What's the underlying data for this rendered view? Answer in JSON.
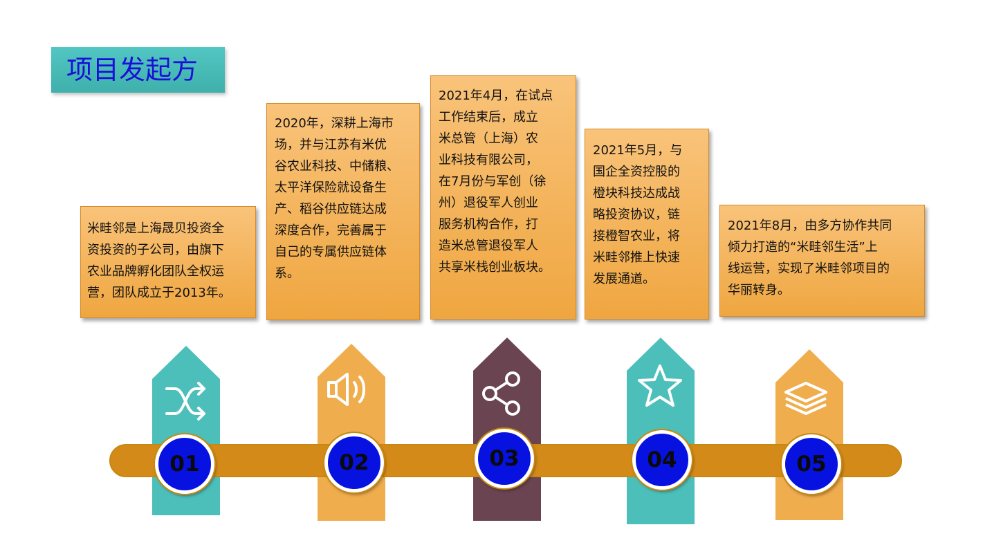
{
  "title": "项目发起方",
  "colors": {
    "title_bg": "#3fb0ac",
    "title_text": "#1a0fd8",
    "card": "#efa640",
    "timeline": "#d48a18",
    "badge": "#0712e0",
    "teal": "#4dbfbb",
    "orange": "#f0ad4e",
    "plum": "#6b4452"
  },
  "milestones": [
    {
      "number": "01",
      "text": "米畦邻是上海晟贝投资全\n资投资的子公司，由旗下\n农业品牌孵化团队全权运\n营，团队成立于2013年。",
      "icon": "shuffle-icon",
      "color": "#4dbfbb"
    },
    {
      "number": "02",
      "text": "2020年，深耕上海市\n场，并与江苏有米优\n谷农业科技、中储粮、\n太平洋保险就设备生\n产、稻谷供应链达成\n深度合作，完善属于\n自己的专属供应链体\n系。",
      "icon": "speaker-icon",
      "color": "#f0ad4e"
    },
    {
      "number": "03",
      "text": "2021年4月，在试点\n工作结束后，成立\n米总管（上海）农\n业科技有限公司，\n在7月份与军创（徐\n州）退役军人创业\n服务机构合作，打\n造米总管退役军人\n共享米栈创业板块。",
      "icon": "share-icon",
      "color": "#6b4452"
    },
    {
      "number": "04",
      "text": "2021年5月，与\n国企全资控股的\n橙块科技达成战\n略投资协议，链\n接橙智农业，将\n米畦邻推上快速\n发展通道。",
      "icon": "star-icon",
      "color": "#4dbfbb"
    },
    {
      "number": "05",
      "text": "2021年8月，由多方协作共同\n倾力打造的“米畦邻生活”上\n线运营，实现了米畦邻项目的\n华丽转身。",
      "icon": "layers-icon",
      "color": "#f0ad4e"
    }
  ]
}
